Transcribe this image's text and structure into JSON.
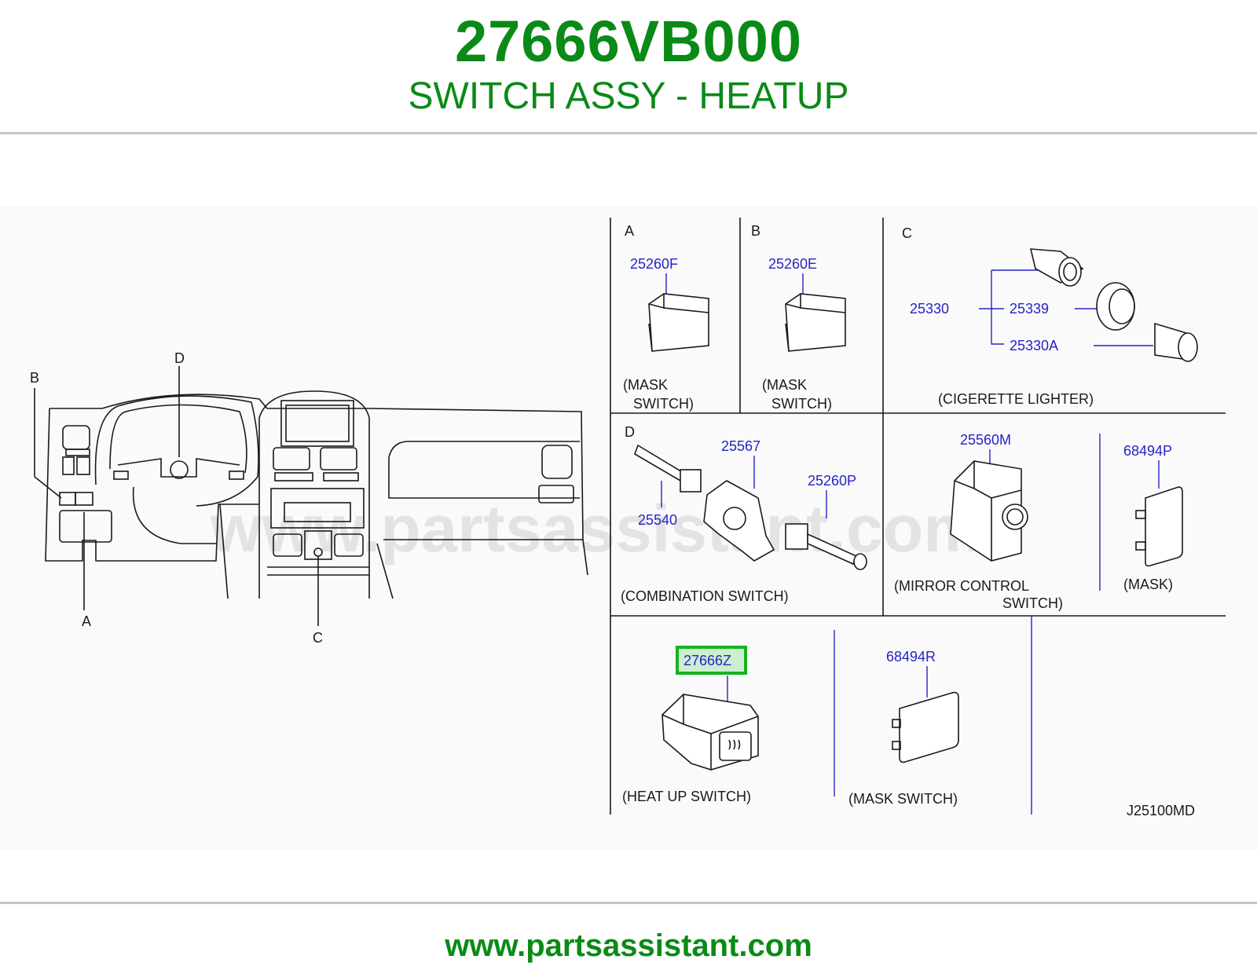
{
  "header": {
    "part_number": "27666VB000",
    "description": "SWITCH ASSY - HEATUP"
  },
  "overview": {
    "callouts": [
      "A",
      "B",
      "C",
      "D"
    ]
  },
  "panels": {
    "A": {
      "letter": "A",
      "part": "25260F",
      "caption_1": "(MASK",
      "caption_2": "SWITCH)"
    },
    "B": {
      "letter": "B",
      "part": "25260E",
      "caption_1": "(MASK",
      "caption_2": "SWITCH)"
    },
    "C": {
      "letter": "C",
      "parts": [
        "25330",
        "25339",
        "25330A"
      ],
      "caption": "(CIGERETTE   LIGHTER)"
    },
    "D": {
      "letter": "D",
      "parts": [
        "25567",
        "25260P",
        "25540"
      ],
      "caption": "(COMBINATION   SWITCH)"
    },
    "mirror": {
      "part": "25560M",
      "caption_1": "(MIRROR      CONTROL",
      "caption_2": "SWITCH)"
    },
    "mask_right": {
      "part": "68494P",
      "caption": "(MASK)"
    },
    "heatup": {
      "part": "27666Z",
      "caption": "(HEAT   UP   SWITCH)",
      "highlight_color": "#17b21f"
    },
    "mask_bottom": {
      "part": "68494R",
      "caption": "(MASK   SWITCH)"
    }
  },
  "diagram_code": "J25100MD",
  "watermark": "www.partsassistant.com",
  "footer": {
    "url": "www.partsassistant.com"
  },
  "colors": {
    "brand_green": "#0a8a16",
    "part_number_blue": "#2424c8"
  }
}
